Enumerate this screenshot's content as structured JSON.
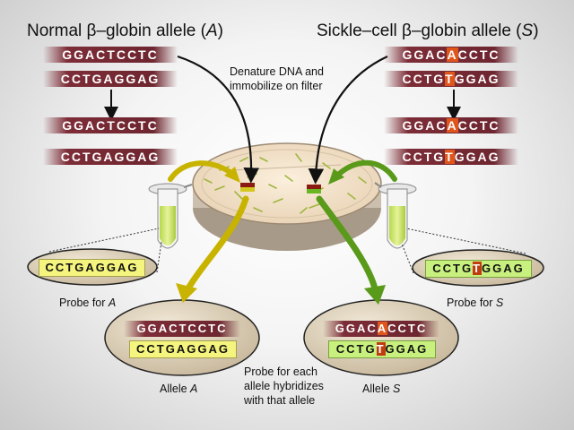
{
  "titles": {
    "normal": "Normal β–globin allele (",
    "normal_letter": "A",
    "sickle": "Sickle–cell β–globin allele (",
    "sickle_letter": "S",
    "close": ")"
  },
  "normal": {
    "top": "GGACTCCTC",
    "bottom": "CCTGAGGAG"
  },
  "sickle": {
    "top_pre": "GGAC",
    "top_mut": "A",
    "top_post": "CCTC",
    "bottom_pre": "CCTG",
    "bottom_mut": "T",
    "bottom_post": "GGAG"
  },
  "step_note": [
    "Denature DNA and",
    "immobilize on filter"
  ],
  "probes": {
    "a_seq": "CCTGAGGAG",
    "s_pre": "CCTG",
    "s_mut": "T",
    "s_post": "GGAG",
    "a_label": "Probe for ",
    "a_letter": "A",
    "s_label": "Probe for ",
    "s_letter": "S"
  },
  "results": {
    "a_label": "Allele ",
    "a_letter": "A",
    "s_label": "Allele ",
    "s_letter": "S"
  },
  "hybrid_note": [
    "Probe for each",
    "allele hybridizes",
    "with that allele"
  ],
  "colors": {
    "strand": "#7d2d37",
    "mutation": "#e0551a",
    "probe_a": "#f4f47e",
    "probe_s": "#c8f07e",
    "arrow_yellow": "#c8b400",
    "arrow_green": "#5a9a1a"
  }
}
